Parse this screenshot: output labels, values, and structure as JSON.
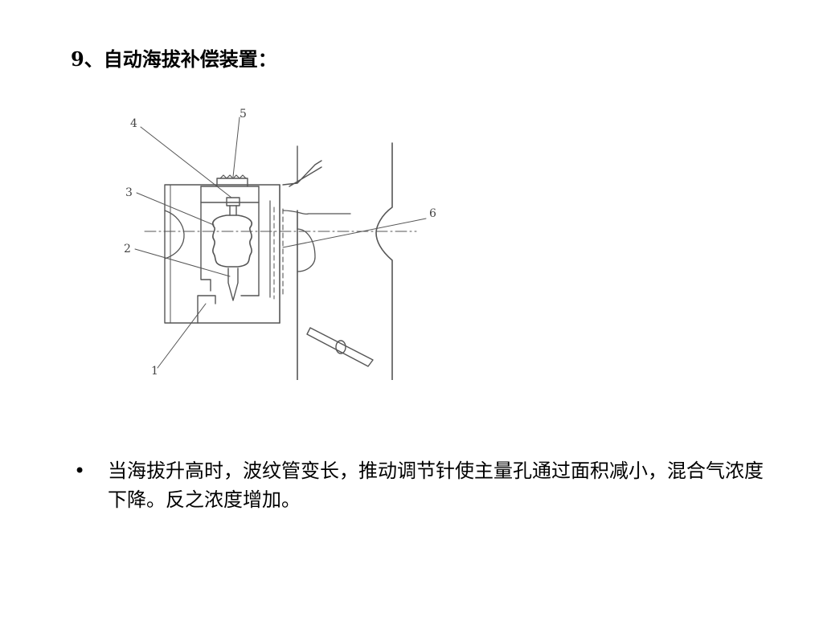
{
  "slide": {
    "title": "9、自动海拔补偿装置："
  },
  "diagram": {
    "labels": {
      "l1": "1",
      "l2": "2",
      "l3": "3",
      "l4": "4",
      "l5": "5",
      "l6": "6"
    }
  },
  "bullets": [
    {
      "marker": "•",
      "text": "当海拔升高时，波纹管变长，推动调节针使主量孔通过面积减小，混合气浓度下降。反之浓度增加。"
    }
  ]
}
